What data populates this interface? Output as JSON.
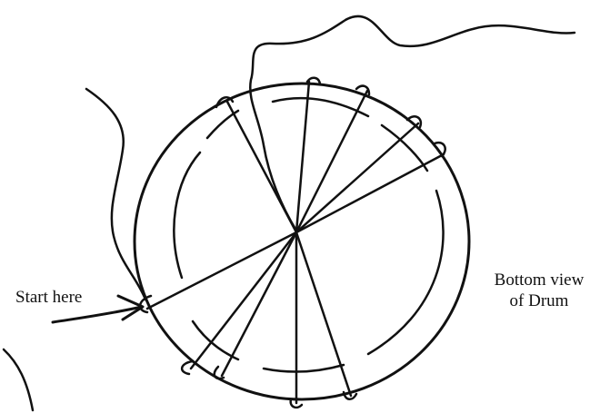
{
  "labels": {
    "start": "Start here",
    "caption_line1": "Bottom view",
    "caption_line2": "of Drum"
  },
  "ink_color": "#111111",
  "background": "#ffffff"
}
